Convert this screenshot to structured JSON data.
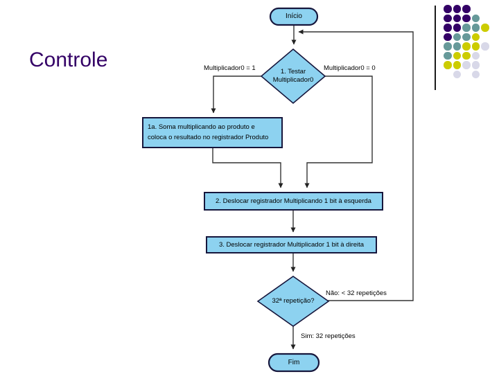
{
  "slide": {
    "title": "Controle",
    "title_color": "#330066",
    "background": "#FFFFFF"
  },
  "flowchart": {
    "nodes": {
      "start": {
        "type": "terminator",
        "label": "Início"
      },
      "test": {
        "type": "decision",
        "label": "1. Testar\nMultiplicador0"
      },
      "add": {
        "type": "process",
        "label": "1a. Soma multiplicando ao produto e\ncoloca o resultado no registrador Produto"
      },
      "shift_left": {
        "type": "process",
        "label": "2. Deslocar registrador Multiplicando 1 bit à esquerda"
      },
      "shift_right": {
        "type": "process",
        "label": "3. Deslocar registrador Multiplicador 1 bit à direita"
      },
      "repeat": {
        "type": "decision",
        "label": "32ª repetição?"
      },
      "end": {
        "type": "terminator",
        "label": "Fim"
      }
    },
    "edge_labels": {
      "mult1": "Multiplicador0 = 1",
      "mult0": "Multiplicador0 = 0",
      "nao": "Não: < 32 repetições",
      "sim": "Sim: 32 repetições"
    },
    "colors": {
      "node_fill": "#8DD2F0",
      "node_stroke": "#16163C",
      "connector": "#333333",
      "label_text": "#000000"
    }
  },
  "decoration": {
    "dot_colors": {
      "P": "#330066",
      "T": "#669999",
      "Y": "#CCCC00",
      "G": "#D8D8E8"
    },
    "dot_matrix": [
      "PPP..",
      "PPPT.",
      "PPTTY",
      "PTTY.",
      "TTYYG",
      "TYYG.",
      "YYGG.",
      ".G.G."
    ],
    "line_color": "#1a1a1a"
  }
}
